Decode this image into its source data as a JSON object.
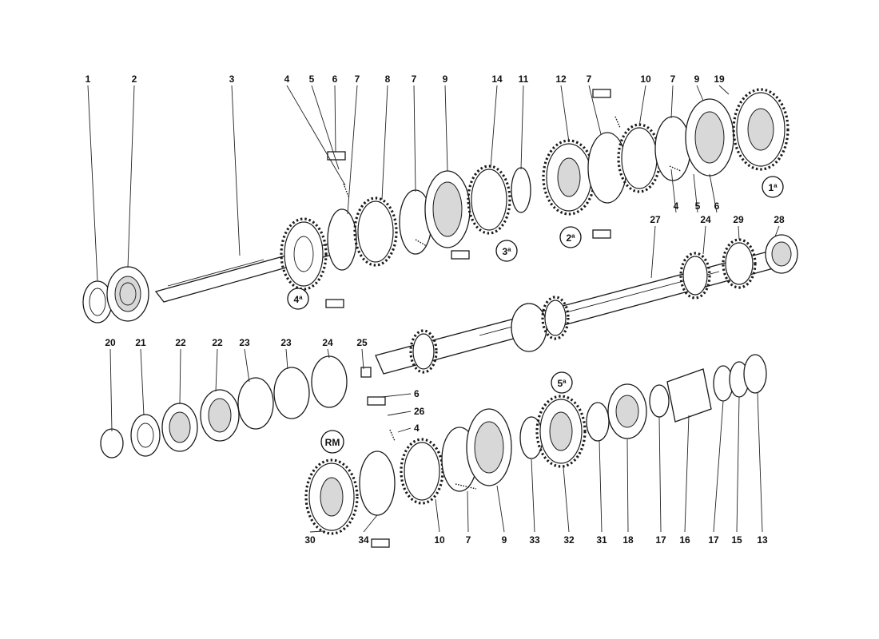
{
  "diagram": {
    "part_labels": [
      "1",
      "2",
      "3",
      "4",
      "5",
      "6",
      "7",
      "8",
      "7",
      "9",
      "14",
      "11",
      "12",
      "7",
      "10",
      "7",
      "9",
      "19",
      "4",
      "5",
      "6",
      "27",
      "24",
      "29",
      "28",
      "20",
      "21",
      "22",
      "22",
      "23",
      "23",
      "24",
      "25",
      "6",
      "26",
      "4",
      "30",
      "34",
      "10",
      "7",
      "9",
      "33",
      "32",
      "31",
      "18",
      "17",
      "16",
      "17",
      "15",
      "13"
    ],
    "gear_callouts": [
      "1ª",
      "2ª",
      "3ª",
      "4ª",
      "5ª",
      "RM"
    ]
  }
}
